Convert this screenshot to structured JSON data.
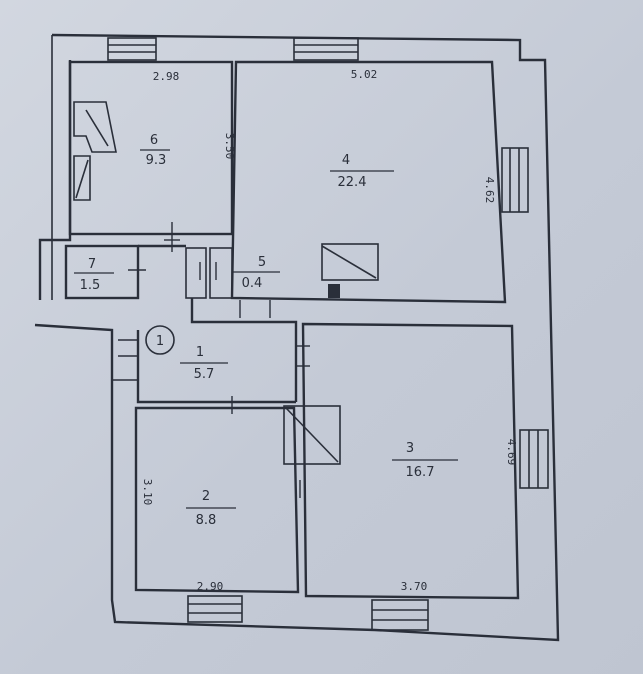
{
  "floor_plan": {
    "entrance_label": "1",
    "rooms": [
      {
        "id": "room-1",
        "number": "1",
        "area": "5.7"
      },
      {
        "id": "room-2",
        "number": "2",
        "area": "8.8"
      },
      {
        "id": "room-3",
        "number": "3",
        "area": "16.7"
      },
      {
        "id": "room-4",
        "number": "4",
        "area": "22.4"
      },
      {
        "id": "room-5",
        "number": "5",
        "area": "0.4"
      },
      {
        "id": "room-6",
        "number": "6",
        "area": "9.3"
      },
      {
        "id": "room-7",
        "number": "7",
        "area": "1.5"
      }
    ],
    "dimensions": {
      "room6_width": "2.98",
      "room6_height": "3.50",
      "room4_width": "5.02",
      "room4_height": "4.62",
      "room3_height": "4.69",
      "room3_width": "3.70",
      "room2_height": "3.10",
      "room2_width": "2.90"
    }
  }
}
